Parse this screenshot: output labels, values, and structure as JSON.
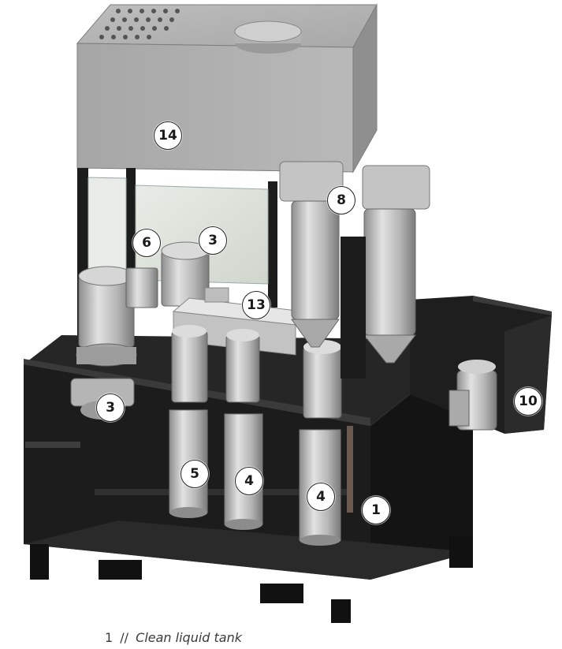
{
  "callouts": [
    {
      "id": "c14",
      "label": "14"
    },
    {
      "id": "c8",
      "label": "8"
    },
    {
      "id": "c6",
      "label": "6"
    },
    {
      "id": "c3a",
      "label": "3"
    },
    {
      "id": "c13",
      "label": "13"
    },
    {
      "id": "c3b",
      "label": "3"
    },
    {
      "id": "c10",
      "label": "10"
    },
    {
      "id": "c5",
      "label": "5"
    },
    {
      "id": "c4a",
      "label": "4"
    },
    {
      "id": "c4b",
      "label": "4"
    },
    {
      "id": "c1",
      "label": "1"
    }
  ],
  "legend": {
    "number": "1",
    "separator": "//",
    "text": "Clean liquid tank"
  },
  "colors": {
    "frame": "#1c1c1c",
    "metal_light": "#c9c9c9",
    "metal_mid": "#9e9e9e",
    "metal_dark": "#6f6f6f",
    "background": "#ffffff"
  }
}
